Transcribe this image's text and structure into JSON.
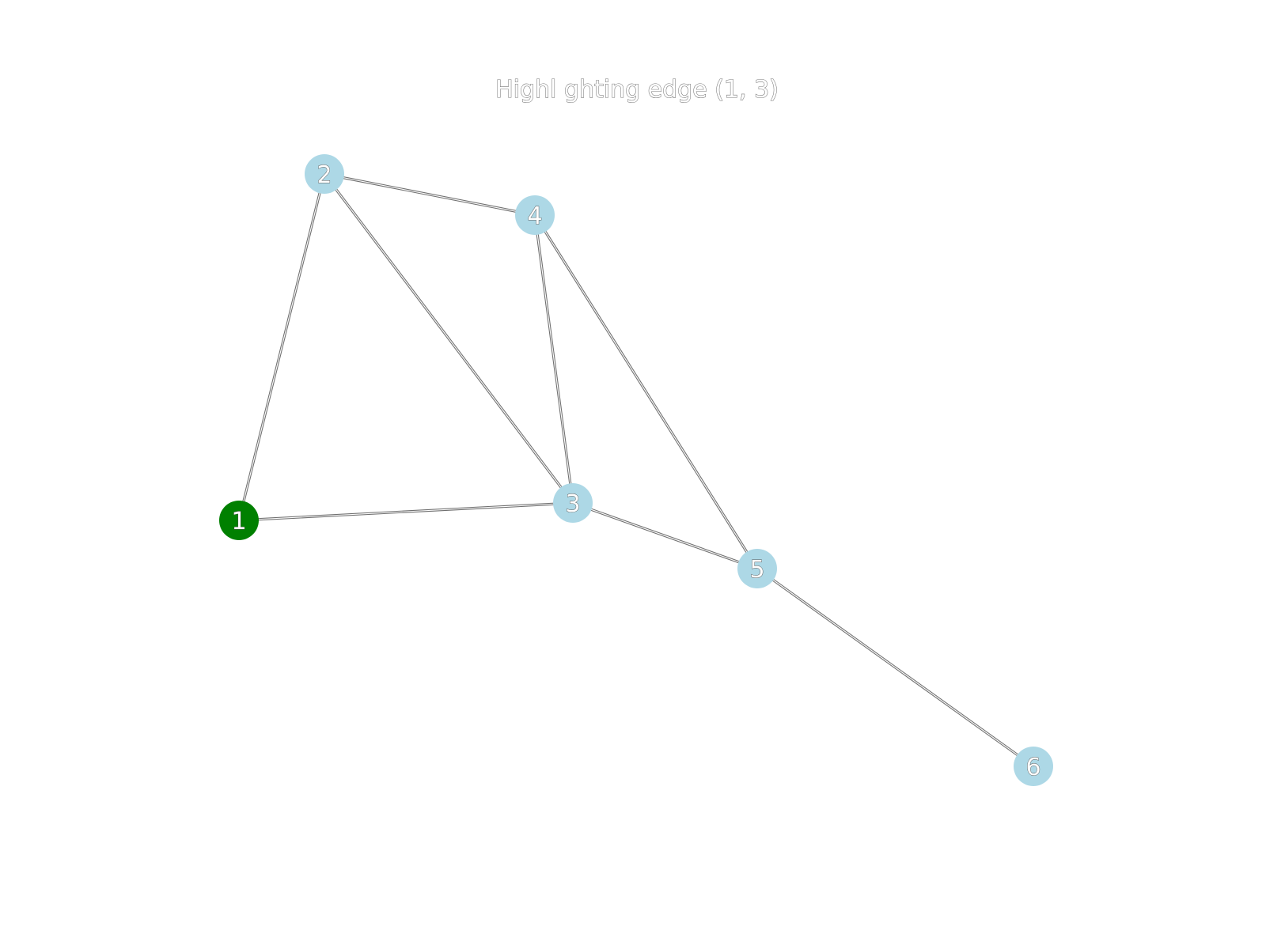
{
  "title": "Highl ghting edge (1, 3)",
  "colors": {
    "node_default": "#add8e6",
    "node_highlight": "#008000",
    "edge": "#6f6f6f",
    "background": "#ffffff"
  },
  "nodes": [
    {
      "id": "1",
      "label": "1",
      "highlighted": true
    },
    {
      "id": "2",
      "label": "2",
      "highlighted": false
    },
    {
      "id": "3",
      "label": "3",
      "highlighted": false
    },
    {
      "id": "4",
      "label": "4",
      "highlighted": false
    },
    {
      "id": "5",
      "label": "5",
      "highlighted": false
    },
    {
      "id": "6",
      "label": "6",
      "highlighted": false
    }
  ],
  "edges": [
    {
      "source": "1",
      "target": "2"
    },
    {
      "source": "1",
      "target": "3"
    },
    {
      "source": "2",
      "target": "4"
    },
    {
      "source": "2",
      "target": "3"
    },
    {
      "source": "4",
      "target": "3"
    },
    {
      "source": "4",
      "target": "5"
    },
    {
      "source": "3",
      "target": "5"
    },
    {
      "source": "5",
      "target": "6"
    }
  ]
}
